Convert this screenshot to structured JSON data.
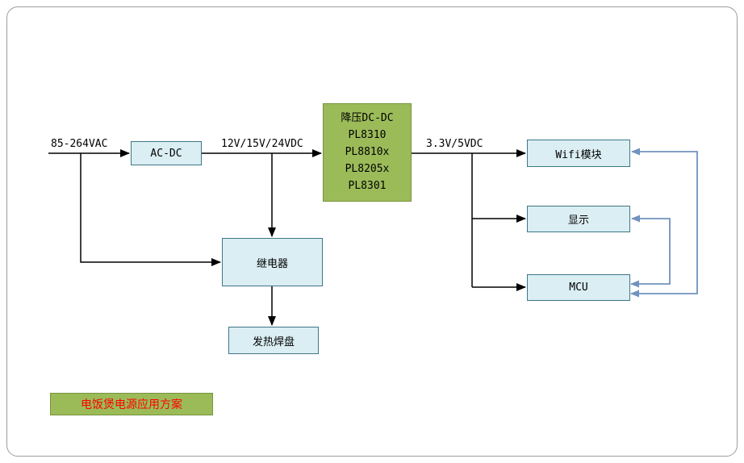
{
  "diagram": {
    "labels": {
      "input_voltage": "85-264VAC",
      "acdc_output": "12V/15V/24VDC",
      "dcdc_output": "3.3V/5VDC"
    },
    "nodes": {
      "acdc": {
        "label": "AC-DC"
      },
      "dcdc": {
        "title": "降压DC-DC",
        "parts": [
          "PL8310",
          "PL8810x",
          "PL8205x",
          "PL8301"
        ]
      },
      "wifi": {
        "label": "Wifi模块"
      },
      "display": {
        "label": "显示"
      },
      "mcu": {
        "label": "MCU"
      },
      "relay": {
        "label": "继电器"
      },
      "heater": {
        "label": "发热焊盘"
      }
    },
    "caption": "电饭煲电源应用方案",
    "colors": {
      "node_fill": "#daeef3",
      "node_border": "#3f7687",
      "dcdc_fill": "#9bbb59",
      "dcdc_border": "#77933c",
      "caption_text": "#ff0000",
      "connector_black": "#000000",
      "connector_blue": "#7092be",
      "frame_border": "#9c9c9c"
    }
  }
}
